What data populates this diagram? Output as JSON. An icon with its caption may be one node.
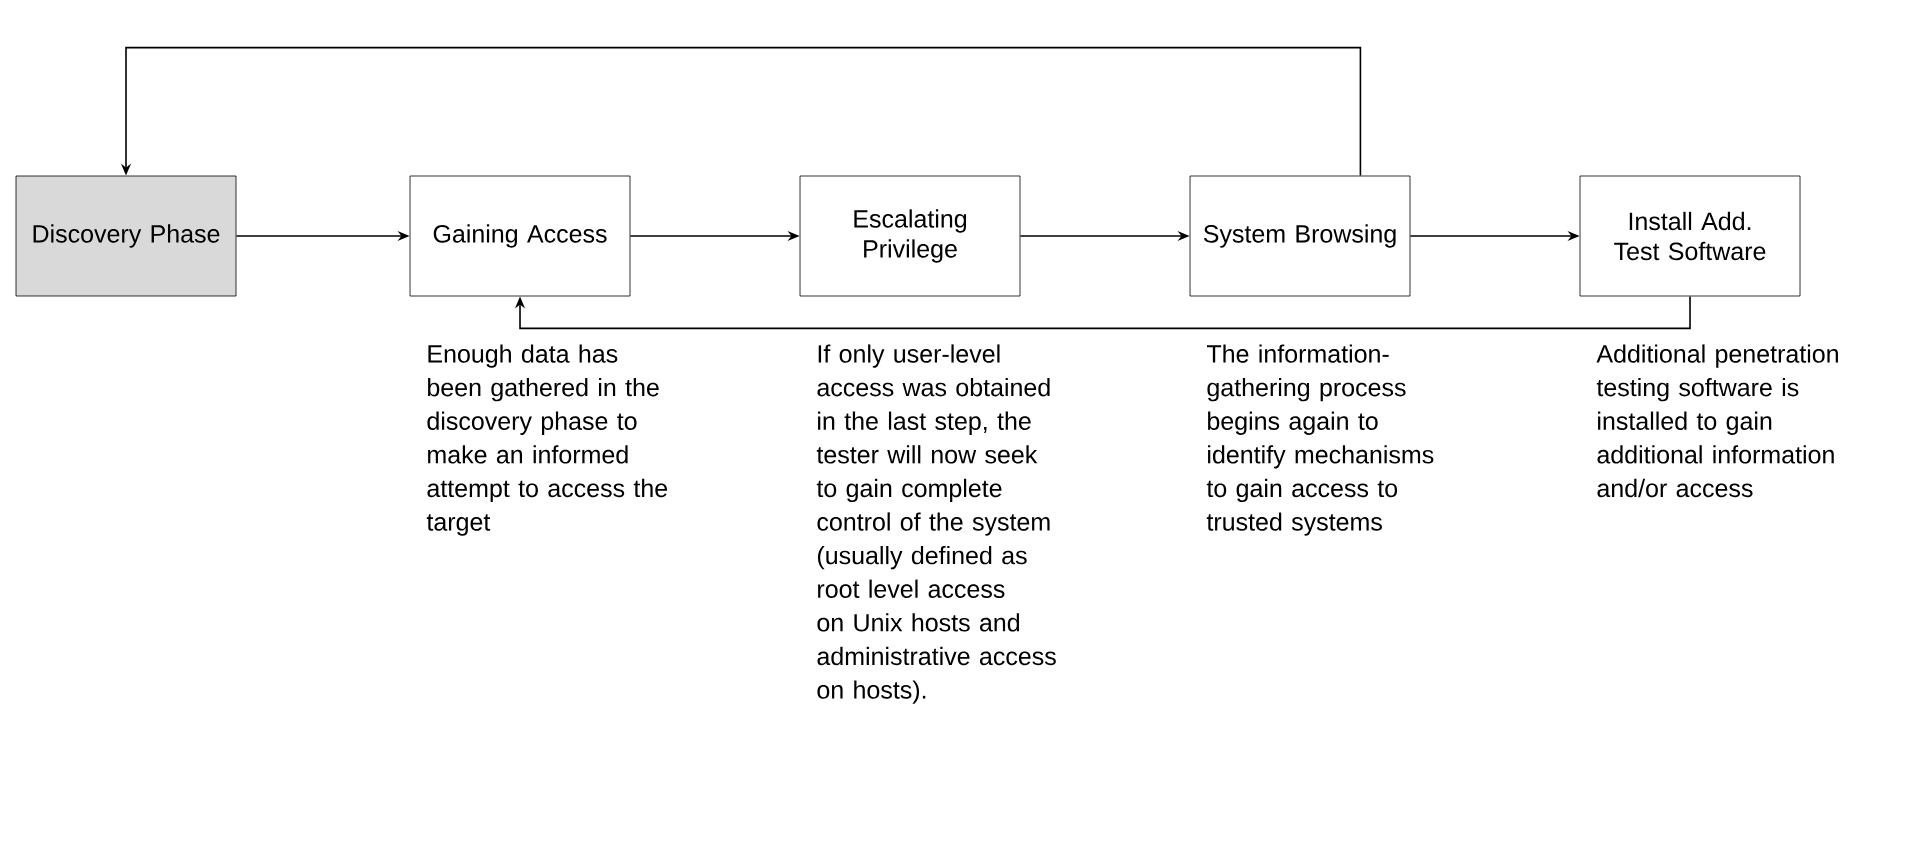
{
  "diagram": {
    "nodes": [
      {
        "text": [
          "Discovery Phase"
        ]
      },
      {
        "text": [
          "Gaining Access"
        ],
        "beside": [
          "Enough data has been gathered in the discovery phase to make an informed attempt to access the target"
        ]
      },
      {
        "text": [
          "Escalating Privilege"
        ],
        "beside": [
          "If only user-level access was obtained in the last step, the tester will now seek to gain complete control of the system (usually defined as root level access on Unix hosts and administrative access on hosts)."
        ]
      },
      {
        "text": [
          "System Browsing"
        ],
        "beside": [
          "The information-gathering process begins again to identify mechanisms to gain access to trusted systems"
        ]
      },
      {
        "text": [
          "Install Add. Test Software"
        ],
        "beside": [
          "Additional penetration testing software is installed to gain additional information and/or access"
        ]
      }
    ],
    "edges": [
      {
        "from": 0,
        "to": 1,
        "arrow": "to"
      },
      {
        "from": 1,
        "to": 2,
        "arrow": "to"
      },
      {
        "from": 2,
        "to": 3,
        "arrow": "to"
      },
      {
        "from": 3,
        "to": 4,
        "arrow": "to"
      },
      {
        "from": 3,
        "to": 0,
        "arrow": "to"
      },
      {
        "from": 4,
        "to": 1,
        "arrow": "to"
      }
    ]
  }
}
